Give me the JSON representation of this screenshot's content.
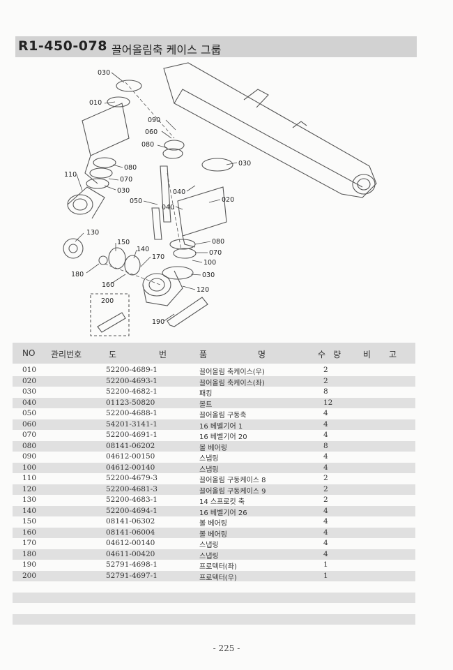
{
  "header": {
    "group_code": "R1-450-078",
    "group_name": "끌어올림축 케이스 그룹"
  },
  "diagram_labels": [
    "030",
    "010",
    "090",
    "060",
    "080",
    "030",
    "080",
    "110",
    "070",
    "030",
    "040",
    "020",
    "050",
    "040",
    "130",
    "080",
    "150",
    "140",
    "070",
    "170",
    "100",
    "180",
    "030",
    "160",
    "120",
    "200",
    "190"
  ],
  "table": {
    "headers": {
      "no": "NO",
      "mgmt": "관리번호",
      "drawing_1": "도",
      "drawing_2": "번",
      "name_1": "품",
      "name_2": "명",
      "qty_1": "수",
      "qty_2": "량",
      "note_1": "비",
      "note_2": "고"
    },
    "rows": [
      {
        "no": "010",
        "drawing": "52200-4689-1",
        "name": "끌어올림 축케이스(우)",
        "qty": "2"
      },
      {
        "no": "020",
        "drawing": "52200-4693-1",
        "name": "끌어올림 축케이스(좌)",
        "qty": "2"
      },
      {
        "no": "030",
        "drawing": "52200-4682-1",
        "name": "패킹",
        "qty": "8"
      },
      {
        "no": "040",
        "drawing": "01123-50820",
        "name": "볼트",
        "qty": "12"
      },
      {
        "no": "050",
        "drawing": "52200-4688-1",
        "name": "끌어올림 구동축",
        "qty": "4"
      },
      {
        "no": "060",
        "drawing": "54201-3141-1",
        "name": "16 베벨기어 1",
        "qty": "4"
      },
      {
        "no": "070",
        "drawing": "52200-4691-1",
        "name": "16 베벨기어 20",
        "qty": "4"
      },
      {
        "no": "080",
        "drawing": "08141-06202",
        "name": "볼 베어링",
        "qty": "8"
      },
      {
        "no": "090",
        "drawing": "04612-00150",
        "name": "스냅링",
        "qty": "4"
      },
      {
        "no": "100",
        "drawing": "04612-00140",
        "name": "스냅링",
        "qty": "4"
      },
      {
        "no": "110",
        "drawing": "52200-4679-3",
        "name": "끌어올림 구동케이스 8",
        "qty": "2"
      },
      {
        "no": "120",
        "drawing": "52200-4681-3",
        "name": "끌어올림 구동케이스 9",
        "qty": "2"
      },
      {
        "no": "130",
        "drawing": "52200-4683-1",
        "name": "14 스프로킷 축",
        "qty": "2"
      },
      {
        "no": "140",
        "drawing": "52200-4694-1",
        "name": "16 베벨기어 26",
        "qty": "4"
      },
      {
        "no": "150",
        "drawing": "08141-06302",
        "name": "볼 베어링",
        "qty": "4"
      },
      {
        "no": "160",
        "drawing": "08141-06004",
        "name": "볼 베어링",
        "qty": "4"
      },
      {
        "no": "170",
        "drawing": "04612-00140",
        "name": "스냅링",
        "qty": "4"
      },
      {
        "no": "180",
        "drawing": "04611-00420",
        "name": "스냅링",
        "qty": "4"
      },
      {
        "no": "190",
        "drawing": "52791-4698-1",
        "name": "프로텍터(좌)",
        "qty": "1"
      },
      {
        "no": "200",
        "drawing": "52791-4697-1",
        "name": "프로텍터(우)",
        "qty": "1"
      }
    ]
  },
  "footer": {
    "page_number": "- 225 -"
  }
}
